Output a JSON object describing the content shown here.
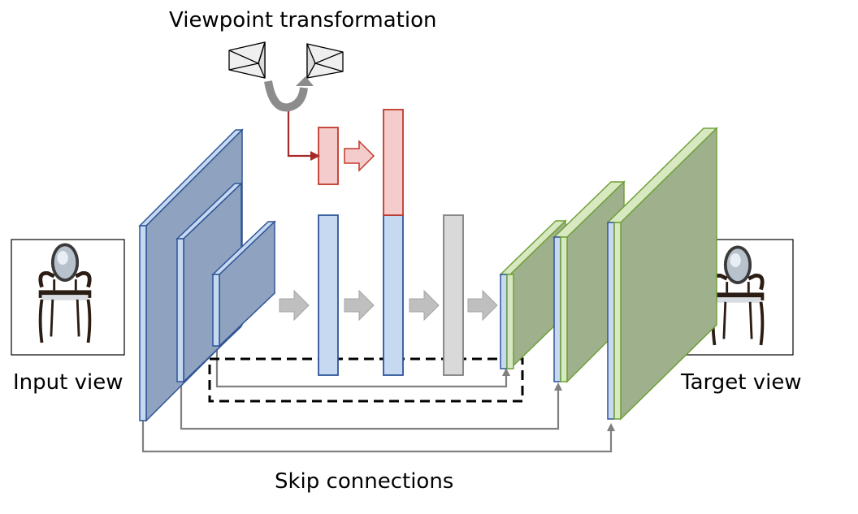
{
  "labels": {
    "viewpoint_transformation": "Viewpoint transformation",
    "input_view": "Input view",
    "target_view": "Target view",
    "skip_connections": "Skip connections"
  },
  "colors": {
    "encoder_face": "#8fa2bf",
    "encoder_edge": "#c6d9f1",
    "encoder_stroke": "#2f5597",
    "decoder_face": "#9fb08c",
    "decoder_edge": "#d8e8c0",
    "decoder_stroke": "#70a03a",
    "bottleneck_fill": "#c6d9f1",
    "transform_fill": "#f4cccc",
    "transform_stroke": "#c0392b",
    "gray_block": "#d9d9d9",
    "arrow_gray": "#bfbfbf",
    "skip_line": "#808080"
  },
  "icons": {
    "camera_source": "camera-frustum-icon",
    "camera_target": "camera-frustum-icon",
    "rotation": "curved-rotation-arrow-icon",
    "input_image": "chair-icon",
    "target_image": "chair-icon"
  }
}
